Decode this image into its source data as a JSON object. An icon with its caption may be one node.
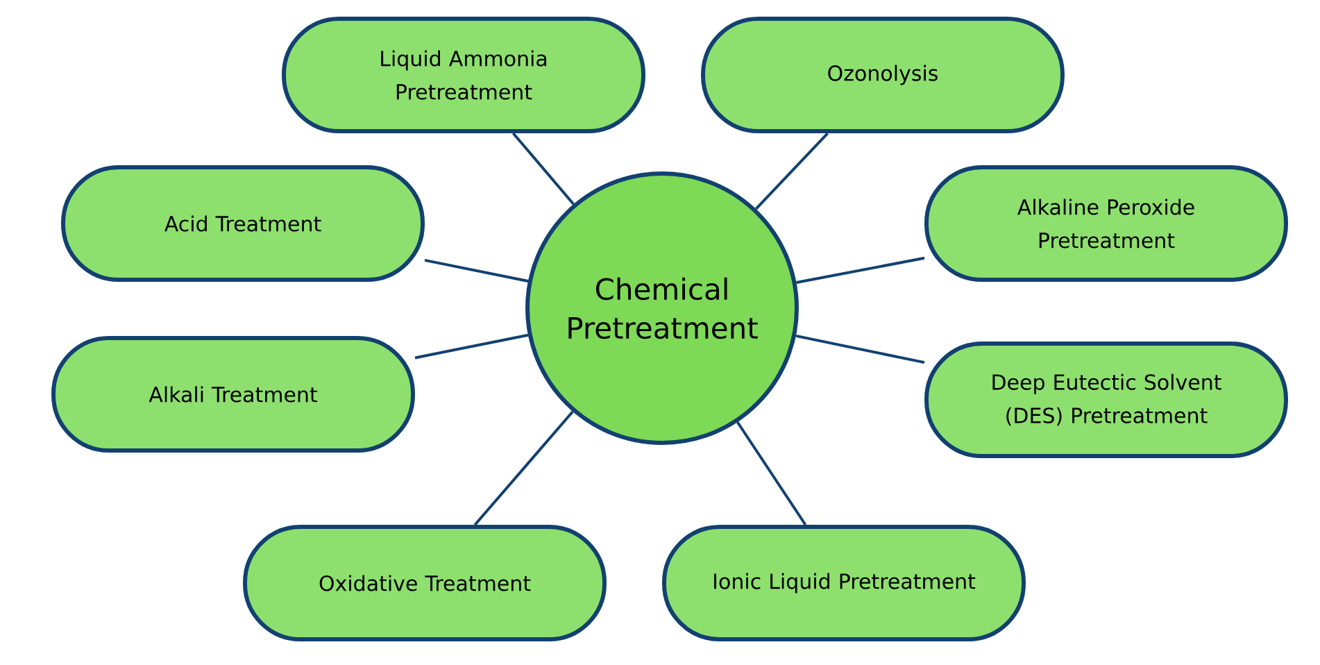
{
  "diagram": {
    "nodes": [
      {
        "text": [
          "Chemical Pretreatment"
        ]
      },
      {
        "text": [
          "Liquid Ammonia Pretreatment"
        ]
      },
      {
        "text": [
          "Ozonolysis"
        ]
      },
      {
        "text": [
          "Acid Treatment"
        ]
      },
      {
        "text": [
          "Alkaline Peroxide Pretreatment"
        ]
      },
      {
        "text": [
          "Alkali Treatment"
        ]
      },
      {
        "text": [
          "Deep Eutectic Solvent (DES) Pretreatment"
        ]
      },
      {
        "text": [
          "Oxidative Treatment"
        ]
      },
      {
        "text": [
          "Ionic Liquid Pretreatment"
        ]
      }
    ],
    "edges": [
      {
        "from": 0,
        "to": 1,
        "arrow": "none"
      },
      {
        "from": 0,
        "to": 2,
        "arrow": "none"
      },
      {
        "from": 0,
        "to": 3,
        "arrow": "none"
      },
      {
        "from": 0,
        "to": 4,
        "arrow": "none"
      },
      {
        "from": 0,
        "to": 5,
        "arrow": "none"
      },
      {
        "from": 0,
        "to": 6,
        "arrow": "none"
      },
      {
        "from": 0,
        "to": 7,
        "arrow": "none"
      },
      {
        "from": 0,
        "to": 8,
        "arrow": "none"
      }
    ]
  }
}
